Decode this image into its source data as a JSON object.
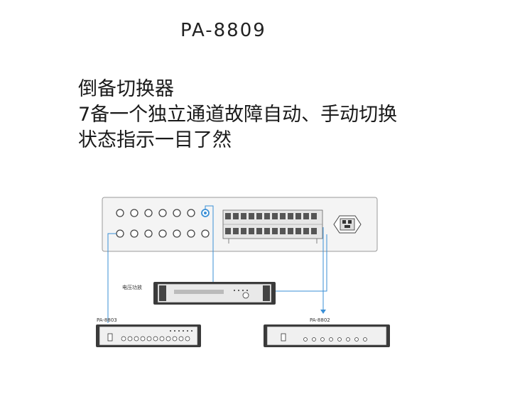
{
  "header": {
    "model": "PA-8809"
  },
  "description": {
    "lines": [
      "倒备切换器",
      "7备一个独立通道故障自动、手动切换",
      "状态指示一目了然"
    ]
  },
  "diagram": {
    "amplifier_label": "电压功放",
    "left_device_label": "PA-8803",
    "right_device_label": "PA-8802"
  },
  "colors": {
    "wire": "#3a8fd6",
    "panel": "#f2f2f2",
    "device": "#3a3a3a"
  }
}
